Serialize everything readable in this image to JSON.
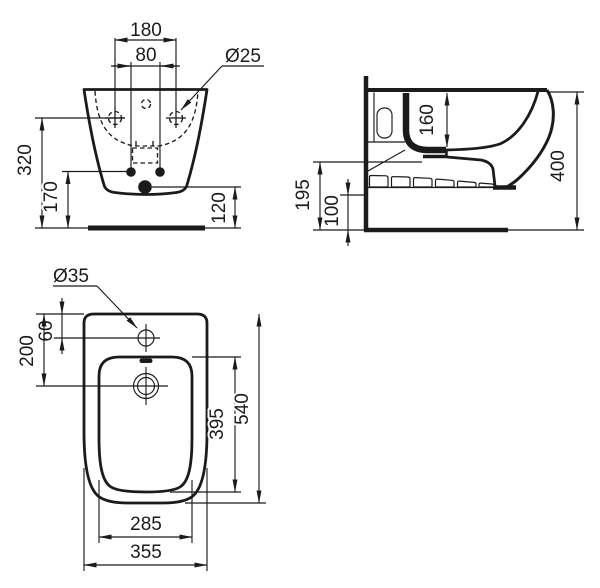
{
  "colors": {
    "ink": "#1b1b1b",
    "paper": "#ffffff"
  },
  "front_view": {
    "fixing_hole_spacing": "180",
    "bolt_spacing": "80",
    "fixing_hole_diameter": "Ø25",
    "fixing_hole_height": "320",
    "bolt_height": "170",
    "outlet_height": "120"
  },
  "side_view": {
    "inner_bowl_depth": "160",
    "overall_height": "400",
    "rear_height": "195",
    "lower_height": "100"
  },
  "plan_view": {
    "tap_hole_diameter": "Ø35",
    "tap_hole_offset": "60",
    "drain_offset": "200",
    "bowl_length": "395",
    "overall_length": "540",
    "bowl_width": "285",
    "overall_width": "355"
  }
}
